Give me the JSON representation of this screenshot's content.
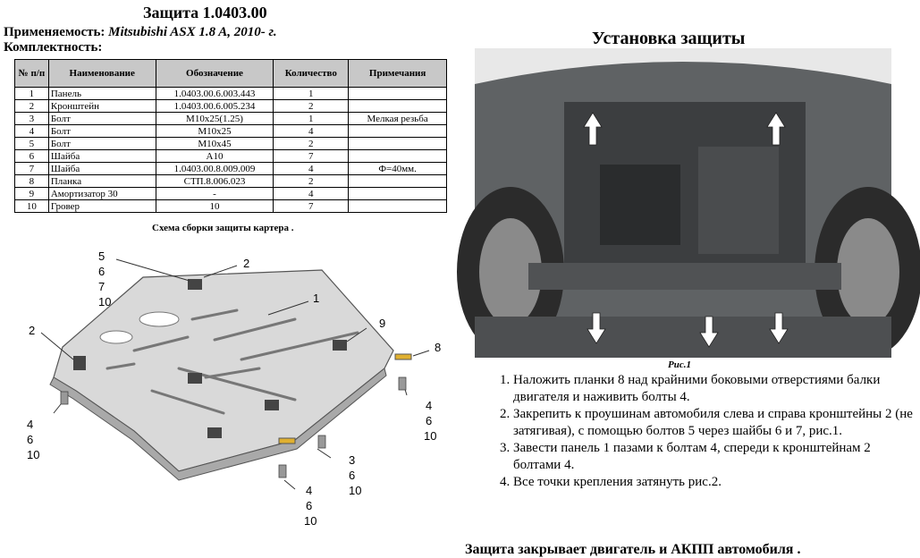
{
  "title": "Защита 1.0403.00",
  "applicability_label": "Применяемость:",
  "applicability_value": "Mitsubishi ASX 1.8 A, 2010- г.",
  "completeness_label": "Комплектность:",
  "table": {
    "headers": [
      "№ п/п",
      "Наименование",
      "Обозначение",
      "Количество",
      "Примечания"
    ],
    "rows": [
      [
        "1",
        "Панель",
        "1.0403.00.6.003.443",
        "1",
        ""
      ],
      [
        "2",
        "Кронштейн",
        "1.0403.00.6.005.234",
        "2",
        ""
      ],
      [
        "3",
        "Болт",
        "М10х25(1.25)",
        "1",
        "Мелкая резьба"
      ],
      [
        "4",
        "Болт",
        "М10х25",
        "4",
        ""
      ],
      [
        "5",
        "Болт",
        "М10х45",
        "2",
        ""
      ],
      [
        "6",
        "Шайба",
        "А10",
        "7",
        ""
      ],
      [
        "7",
        "Шайба",
        "1.0403.00.8.009.009",
        "4",
        "Ф=40мм."
      ],
      [
        "8",
        "Планка",
        "СТП.8.006.023",
        "2",
        ""
      ],
      [
        "9",
        "Амортизатор 30",
        "-",
        "4",
        ""
      ],
      [
        "10",
        "Гровер",
        "10",
        "7",
        ""
      ]
    ]
  },
  "scheme_caption": "Схема сборки защиты картера .",
  "diagram_labels": {
    "l5": "5",
    "l6": "6",
    "l7": "7",
    "l10": "10",
    "l2top": "2",
    "l1": "1",
    "l9": "9",
    "l2left": "2",
    "l8": "8",
    "rb4": "4",
    "rb6": "6",
    "rb10": "10",
    "lb4": "4",
    "lb6": "6",
    "lb10": "10",
    "b3": "3",
    "b36": "6",
    "b310": "10",
    "bb4": "4",
    "bb6": "6",
    "bb10": "10"
  },
  "install_title": "Установка защиты",
  "photo_caption": "Рис.1",
  "steps": [
    "Наложить планки 8 над крайними боковыми отверстиями  балки двигателя и наживить болты 4.",
    "Закрепить к проушинам автомобиля слева и справа кронштейны 2 (не затягивая), с помощью болтов 5 через шайбы 6 и 7, рис.1.",
    "Завести панель 1 пазами к болтам 4, спереди к кронштейнам 2 болтами 4.",
    "Все точки крепления затянуть рис.2."
  ],
  "footer": "Защита закрывает двигатель и АКПП автомобиля .",
  "colors": {
    "table_header": "#c8c8c8",
    "plate": "#d9d9d9",
    "photo_bg": "#6b6e70",
    "arrow": "#ffffff"
  }
}
